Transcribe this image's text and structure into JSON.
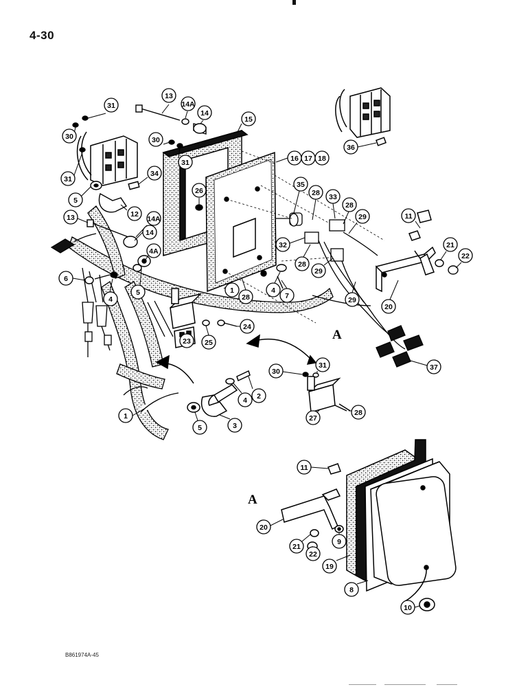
{
  "page": {
    "number": "4-30",
    "figure_code": "B861974A-45"
  },
  "reference_marks": {
    "upper_a": "A",
    "lower_a": "A"
  },
  "callouts": [
    {
      "id": "13",
      "label": "13"
    },
    {
      "id": "14A",
      "label": "14A"
    },
    {
      "id": "14",
      "label": "14"
    },
    {
      "id": "15",
      "label": "15"
    },
    {
      "id": "31a",
      "label": "31"
    },
    {
      "id": "30a",
      "label": "30"
    },
    {
      "id": "31b",
      "label": "31"
    },
    {
      "id": "30b",
      "label": "30"
    },
    {
      "id": "31c",
      "label": "31"
    },
    {
      "id": "16",
      "label": "16"
    },
    {
      "id": "17",
      "label": "17"
    },
    {
      "id": "18",
      "label": "18"
    },
    {
      "id": "36",
      "label": "36"
    },
    {
      "id": "34",
      "label": "34"
    },
    {
      "id": "26",
      "label": "26"
    },
    {
      "id": "35",
      "label": "35"
    },
    {
      "id": "28a",
      "label": "28"
    },
    {
      "id": "33",
      "label": "33"
    },
    {
      "id": "28b",
      "label": "28"
    },
    {
      "id": "29a",
      "label": "29"
    },
    {
      "id": "11a",
      "label": "11"
    },
    {
      "id": "5a",
      "label": "5"
    },
    {
      "id": "12",
      "label": "12"
    },
    {
      "id": "13b",
      "label": "13"
    },
    {
      "id": "14Ab",
      "label": "14A"
    },
    {
      "id": "14b",
      "label": "14"
    },
    {
      "id": "4A",
      "label": "4A"
    },
    {
      "id": "32",
      "label": "32"
    },
    {
      "id": "28c",
      "label": "28"
    },
    {
      "id": "29b",
      "label": "29"
    },
    {
      "id": "21a",
      "label": "21"
    },
    {
      "id": "22a",
      "label": "22"
    },
    {
      "id": "6",
      "label": "6"
    },
    {
      "id": "4a",
      "label": "4"
    },
    {
      "id": "5b",
      "label": "5"
    },
    {
      "id": "1a",
      "label": "1"
    },
    {
      "id": "4b",
      "label": "4"
    },
    {
      "id": "7",
      "label": "7"
    },
    {
      "id": "28d",
      "label": "28"
    },
    {
      "id": "29c",
      "label": "29"
    },
    {
      "id": "20a",
      "label": "20"
    },
    {
      "id": "23",
      "label": "23"
    },
    {
      "id": "25",
      "label": "25"
    },
    {
      "id": "24",
      "label": "24"
    },
    {
      "id": "37",
      "label": "37"
    },
    {
      "id": "30c",
      "label": "30"
    },
    {
      "id": "31d",
      "label": "31"
    },
    {
      "id": "2",
      "label": "2"
    },
    {
      "id": "4c",
      "label": "4"
    },
    {
      "id": "1b",
      "label": "1"
    },
    {
      "id": "5c",
      "label": "5"
    },
    {
      "id": "3",
      "label": "3"
    },
    {
      "id": "27",
      "label": "27"
    },
    {
      "id": "28e",
      "label": "28"
    },
    {
      "id": "11b",
      "label": "11"
    },
    {
      "id": "20b",
      "label": "20"
    },
    {
      "id": "21b",
      "label": "21"
    },
    {
      "id": "22b",
      "label": "22"
    },
    {
      "id": "9",
      "label": "9"
    },
    {
      "id": "19",
      "label": "19"
    },
    {
      "id": "8",
      "label": "8"
    },
    {
      "id": "10",
      "label": "10"
    }
  ]
}
